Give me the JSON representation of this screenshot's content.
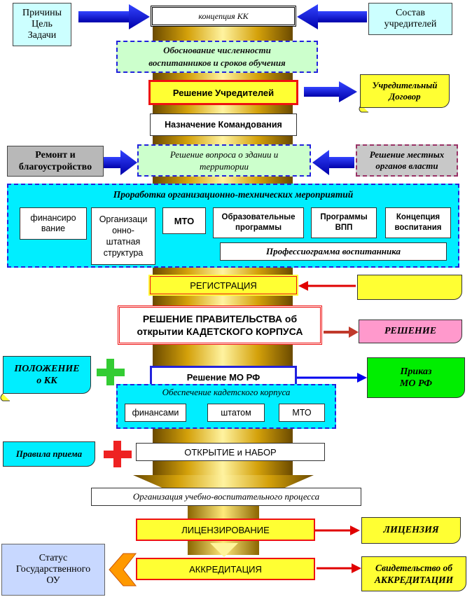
{
  "top": {
    "concept": "концепция КК",
    "left_box": [
      "Причины",
      "Цель",
      "Задачи"
    ],
    "right_box": [
      "Состав",
      "учредителей"
    ]
  },
  "justification": [
    "Обоснование численности",
    "воспитанников и сроков обучения"
  ],
  "founders_decision": "Решение Учредителей",
  "founders_contract": [
    "Учредительный",
    "Договор"
  ],
  "command_appointment": "Назначение Командования",
  "repair": [
    "Ремонт и",
    "благоустройство"
  ],
  "building_decision": [
    "Решение вопроса о здании и",
    "территории"
  ],
  "local_authority": [
    "Решение местных",
    "органов власти"
  ],
  "org_tech": {
    "title": "Проработка организационно-технических мероприятий",
    "financing": [
      "финансиро",
      "вание"
    ],
    "org_structure": [
      "Организаци",
      "онно-",
      "штатная",
      "структура"
    ],
    "mto": "МТО",
    "edu_programs": [
      "Образовательные",
      "программы"
    ],
    "vpp_programs": [
      "Программы",
      "ВПП"
    ],
    "upbringing_concept": [
      "Концепция",
      "воспитания"
    ],
    "professiogram": "Профессиограмма воспитанника"
  },
  "registration": "РЕГИСТРАЦИЯ",
  "government_decision": [
    "РЕШЕНИЕ ПРАВИТЕЛЬСТВА об",
    "открытии КАДЕТСКОГО КОРПУСА"
  ],
  "decision_scroll": "РЕШЕНИЕ",
  "regulation": [
    "ПОЛОЖЕНИЕ",
    "о КК"
  ],
  "mo_decision": "Решение МО РФ",
  "mo_order": [
    "Приказ",
    "МО РФ"
  ],
  "provision": {
    "title": "Обеспечение кадетского корпуса",
    "finances": "финансами",
    "staff": "штатом",
    "mto": "МТО"
  },
  "admission_rules": "Правила приема",
  "opening": "ОТКРЫТИЕ и НАБОР",
  "edu_process": "Организация учебно-воспитательного процесса",
  "licensing": "ЛИЦЕНЗИРОВАНИЕ",
  "license": "ЛИЦЕНЗИЯ",
  "status": [
    "Статус",
    "Государственного",
    "ОУ"
  ],
  "accreditation": "АККРЕДИТАЦИЯ",
  "accreditation_cert": [
    "Свидетельство об",
    "АККРЕДИТАЦИИ"
  ]
}
